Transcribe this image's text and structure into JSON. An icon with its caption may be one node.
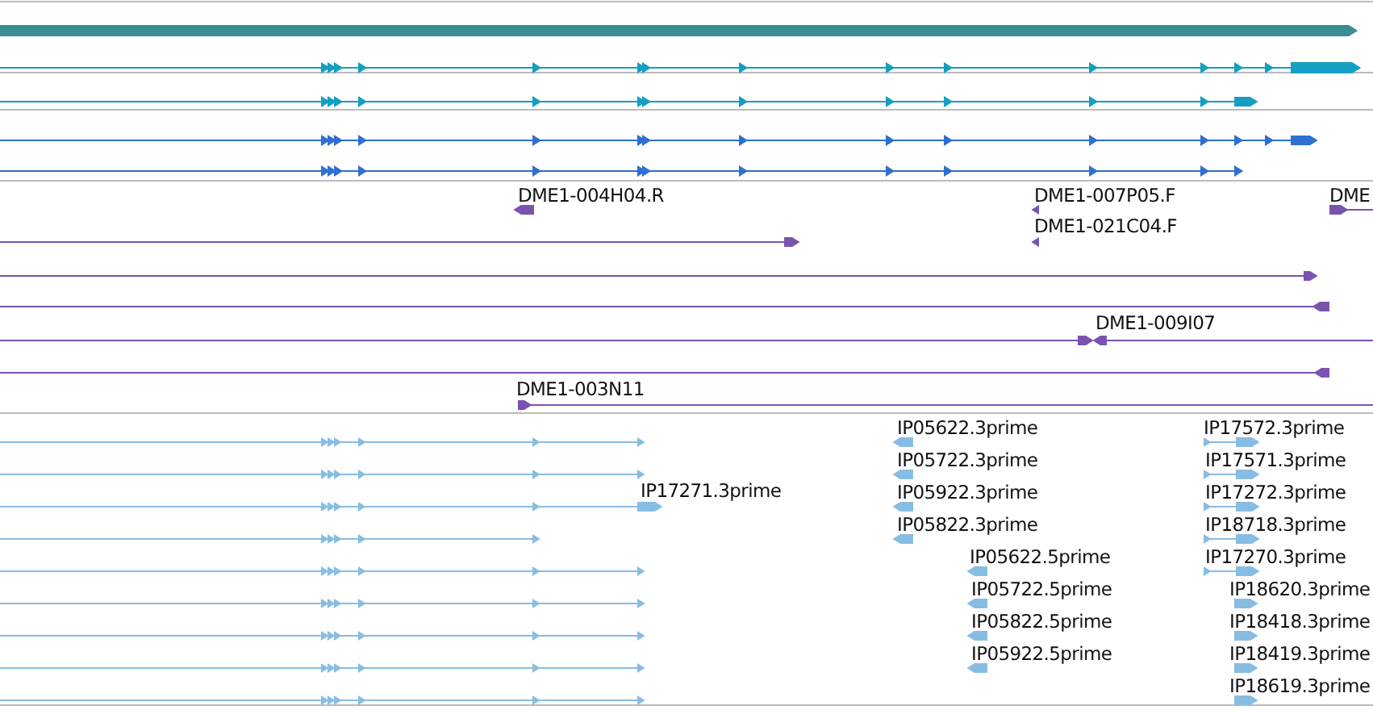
{
  "diagram": {
    "labels": [
      "DME1-004H04.R",
      "DME1-007P05.F",
      "DME",
      "DME1-021C04.F",
      "DME1-009I07",
      "DME1-003N11",
      "IP05622.3prime",
      "IP17572.3prime",
      "IP05722.3prime",
      "IP17571.3prime",
      "IP17271.3prime",
      "IP05922.3prime",
      "IP17272.3prime",
      "IP05822.3prime",
      "IP18718.3prime",
      "IP05622.5prime",
      "IP17270.3prime",
      "IP05722.5prime",
      "IP18620.3prime",
      "IP05822.5prime",
      "IP18418.3prime",
      "IP05922.5prime",
      "IP18419.3prime",
      "IP18619.3prime"
    ]
  }
}
